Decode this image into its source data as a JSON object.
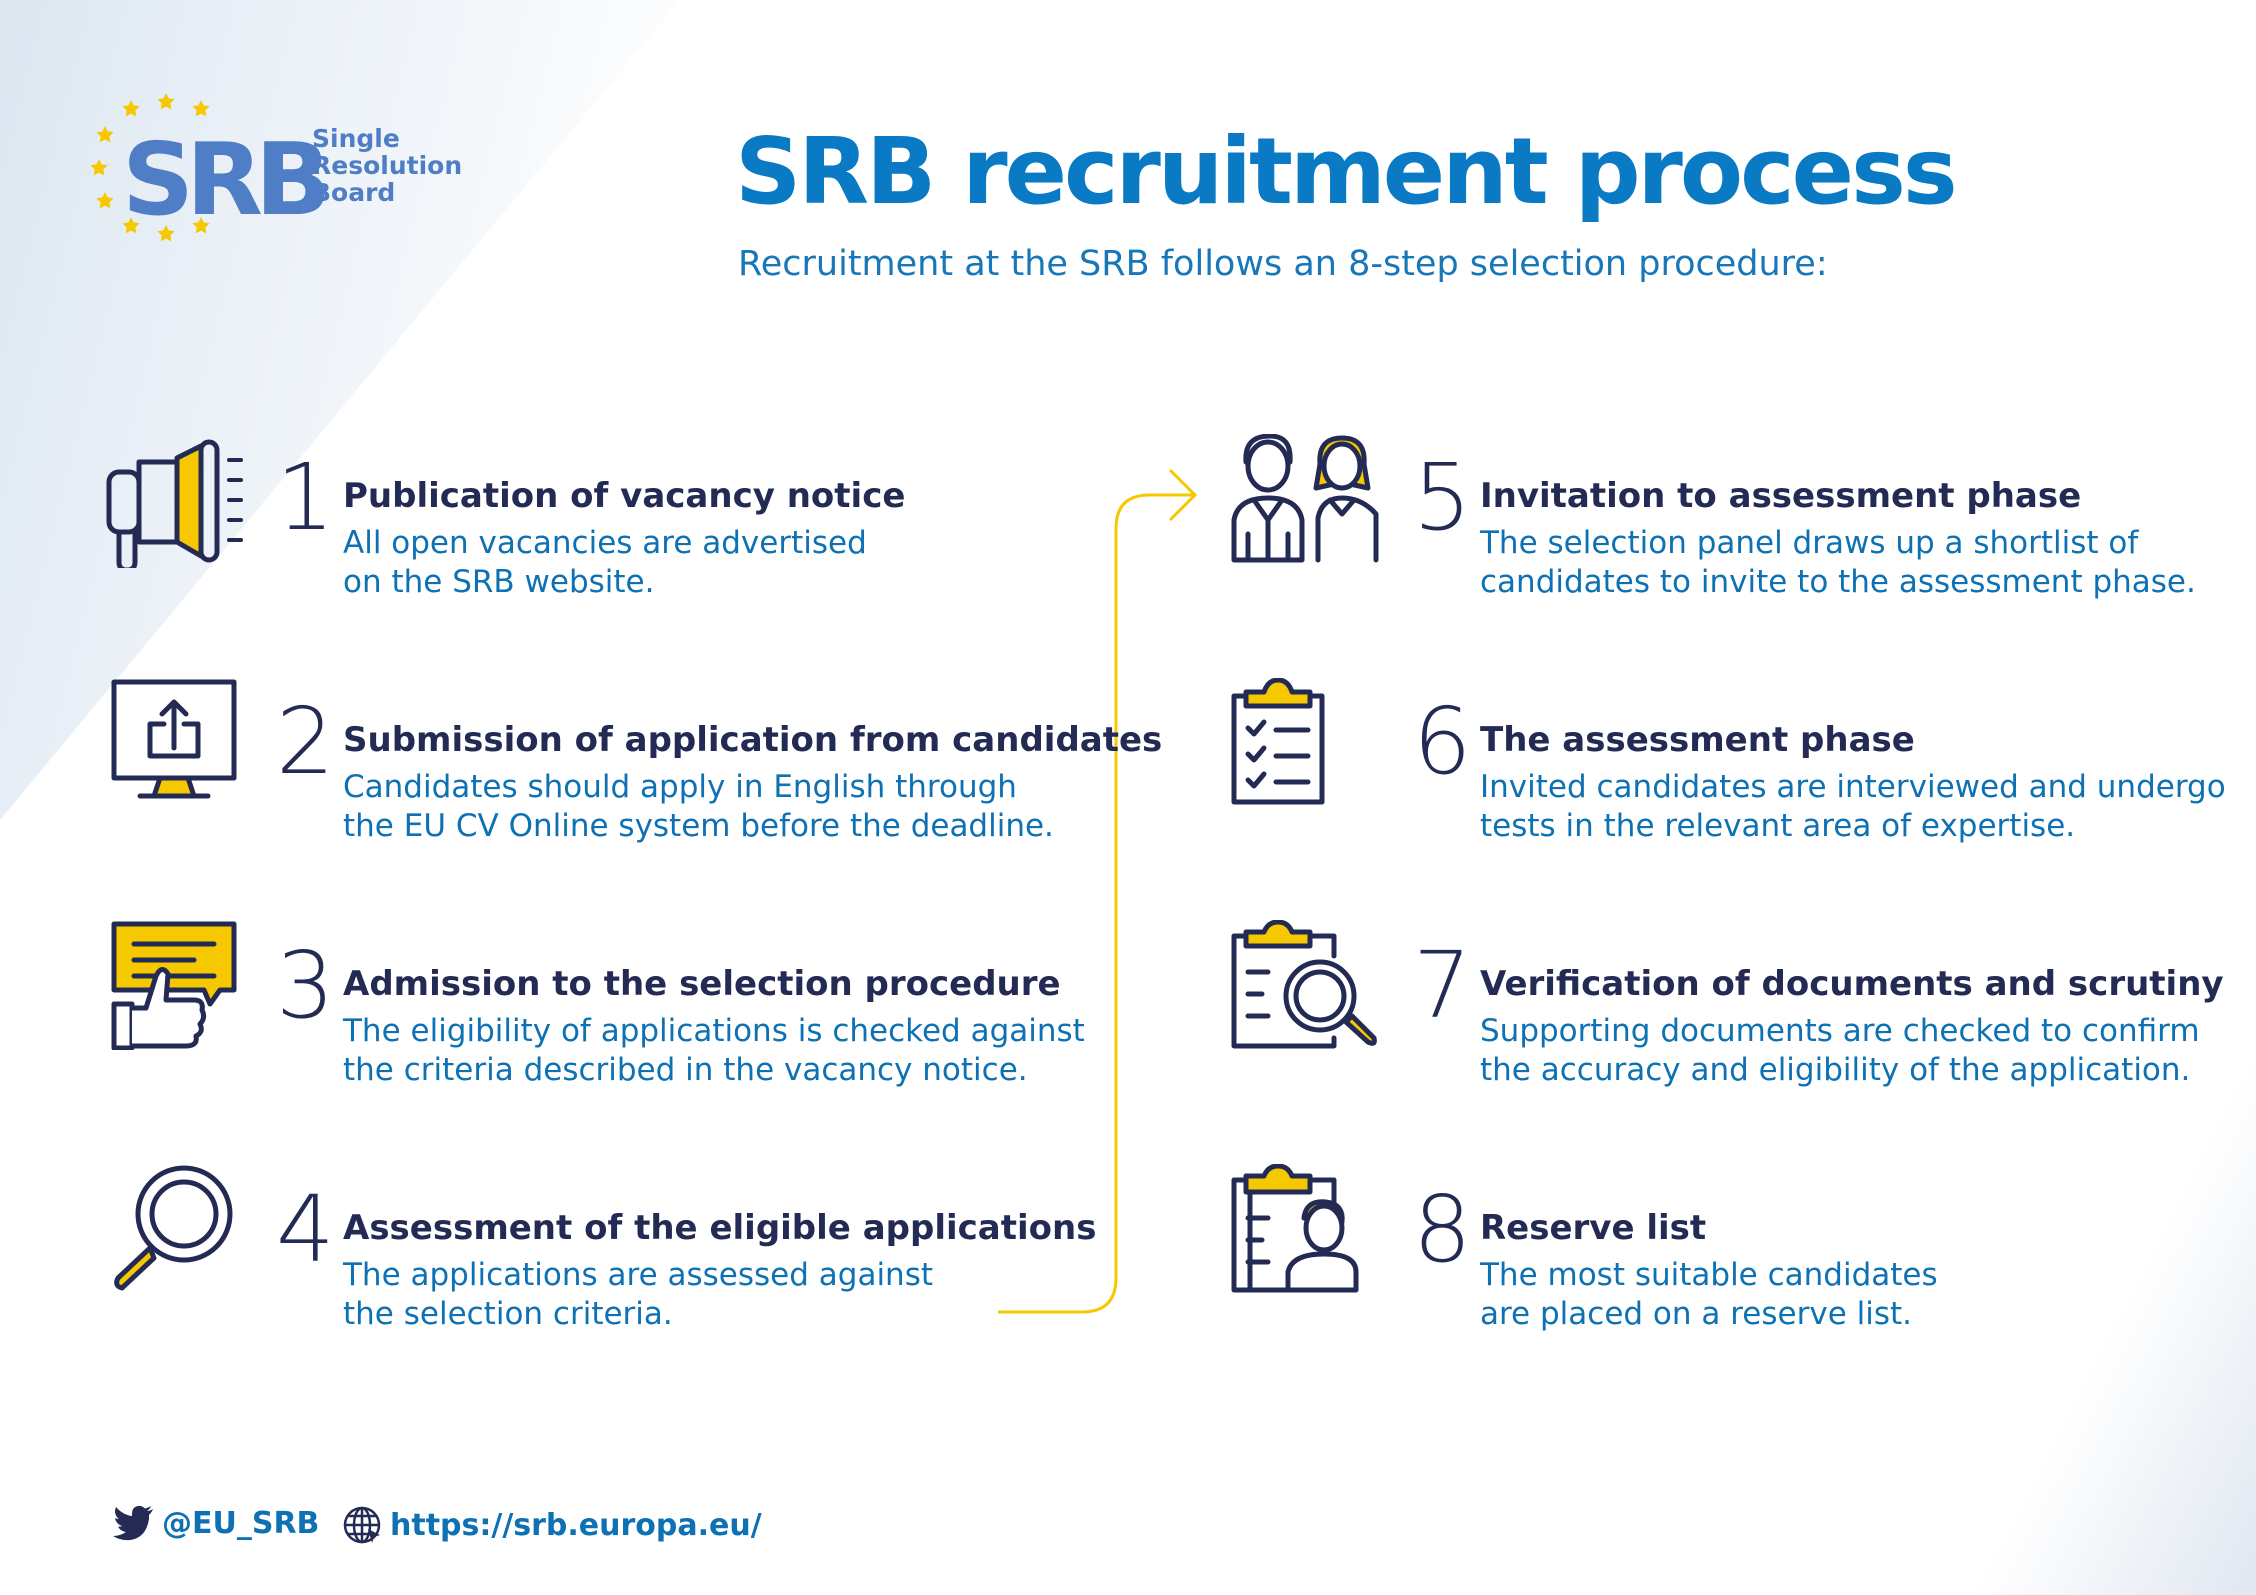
{
  "colors": {
    "title_blue": "#0a7ac4",
    "navy": "#232b55",
    "text_blue": "#0e71b3",
    "yellow": "#f5c800",
    "logo_blue": "#4f7ec6"
  },
  "logo": {
    "letters": "SRB",
    "line1": "Single",
    "line2": "Resolution",
    "line3": "Board"
  },
  "header": {
    "title": "SRB recruitment process",
    "subtitle": "Recruitment at the SRB follows an 8-step selection procedure:"
  },
  "steps": [
    {
      "number": "1",
      "icon": "megaphone-icon",
      "title": "Publication of vacancy notice",
      "desc": [
        "All open vacancies are advertised",
        "on the SRB website."
      ]
    },
    {
      "number": "2",
      "icon": "monitor-upload-icon",
      "title": "Submission of application from candidates",
      "desc": [
        "Candidates should apply in English through",
        "the EU CV Online system before the deadline."
      ]
    },
    {
      "number": "3",
      "icon": "thumbs-up-message-icon",
      "title": "Admission to the selection procedure",
      "desc": [
        "The eligibility of applications is checked against",
        "the criteria described in the vacancy notice."
      ]
    },
    {
      "number": "4",
      "icon": "magnifier-icon",
      "title": "Assessment of the eligible applications",
      "desc": [
        "The applications are assessed against",
        "the selection criteria."
      ]
    },
    {
      "number": "5",
      "icon": "people-icon",
      "title": "Invitation to assessment phase",
      "desc": [
        "The selection panel draws up a shortlist of",
        "candidates to invite to the assessment phase."
      ]
    },
    {
      "number": "6",
      "icon": "checklist-clipboard-icon",
      "title": "The assessment phase",
      "desc": [
        "Invited candidates are interviewed and undergo",
        "tests in the relevant area of expertise."
      ]
    },
    {
      "number": "7",
      "icon": "clipboard-magnifier-icon",
      "title": "Verification of documents and scrutiny",
      "desc": [
        "Supporting documents are checked to confirm",
        "the accuracy and eligibility of the application."
      ]
    },
    {
      "number": "8",
      "icon": "clipboard-person-icon",
      "title": "Reserve list",
      "desc": [
        "The most suitable candidates",
        "are placed on a reserve list."
      ]
    }
  ],
  "footer": {
    "twitter_icon": "twitter-icon",
    "twitter": "@EU_SRB",
    "web_icon": "globe-icon",
    "website": "https://srb.europa.eu/"
  }
}
